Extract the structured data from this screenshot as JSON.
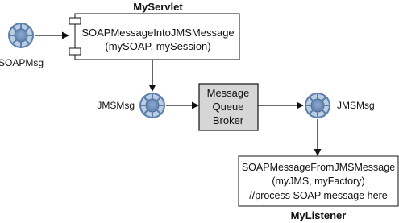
{
  "servlet": {
    "title": "MyServlet",
    "line1": "SOAPMessageIntoJMSMessage",
    "line2": "(mySOAP, mySession)"
  },
  "broker": {
    "line1": "Message",
    "line2": "Queue",
    "line3": "Broker"
  },
  "listener": {
    "title": "MyListener",
    "line1": "SOAPMessageFromJMSMessage",
    "line2": "(myJMS, myFactory)",
    "line3": "//process SOAP message here"
  },
  "messages": {
    "soap": "SOAPMsg",
    "jms_left": "JMSMsg",
    "jms_right": "JMSMsg"
  },
  "colors": {
    "ring_outer": "#5b7fa8",
    "ring_mid": "#a9c0da",
    "ring_inner": "#6f8fb5",
    "broker_fill": "#d6d6d6",
    "line": "#111111"
  }
}
